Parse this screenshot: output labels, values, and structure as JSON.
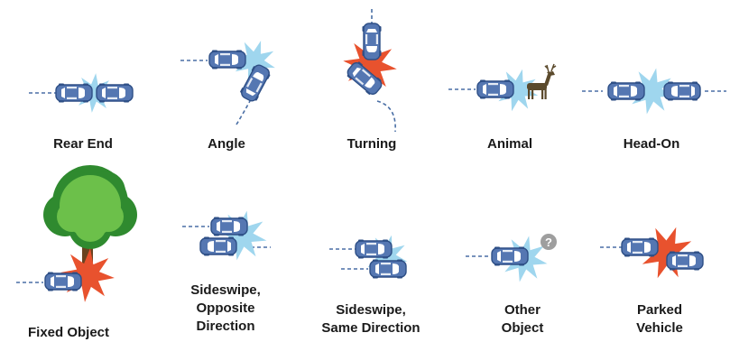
{
  "colors": {
    "car_body": "#5577b2",
    "car_dark": "#2e4f86",
    "car_window": "#ffffff",
    "path_line": "#4a6fa5",
    "impact_blue": "#9fd6ee",
    "impact_red": "#e8522e",
    "tree_dark": "#2f8a2f",
    "tree_light": "#6cc04a",
    "trunk": "#6a4320",
    "animal": "#5b4a2c",
    "question_badge": "#9e9e9e"
  },
  "icons": {
    "animal": "deer-icon",
    "fixed_object": "tree-icon",
    "other_object": "question-mark-icon"
  },
  "crash_types": [
    {
      "key": "rear-end",
      "lines": [
        "Rear End"
      ]
    },
    {
      "key": "angle",
      "lines": [
        "Angle"
      ]
    },
    {
      "key": "turning",
      "lines": [
        "Turning"
      ]
    },
    {
      "key": "animal",
      "lines": [
        "Animal"
      ]
    },
    {
      "key": "head-on",
      "lines": [
        "Head-On"
      ]
    },
    {
      "key": "fixed-object",
      "lines": [
        "Fixed Object"
      ]
    },
    {
      "key": "sideswipe-opposite",
      "lines": [
        "Sideswipe,",
        "Opposite",
        "Direction"
      ]
    },
    {
      "key": "sideswipe-same",
      "lines": [
        "Sideswipe,",
        "Same Direction"
      ]
    },
    {
      "key": "other-object",
      "lines": [
        "Other",
        "Object"
      ]
    },
    {
      "key": "parked-vehicle",
      "lines": [
        "Parked",
        "Vehicle"
      ]
    }
  ],
  "other_object_badge": "?"
}
